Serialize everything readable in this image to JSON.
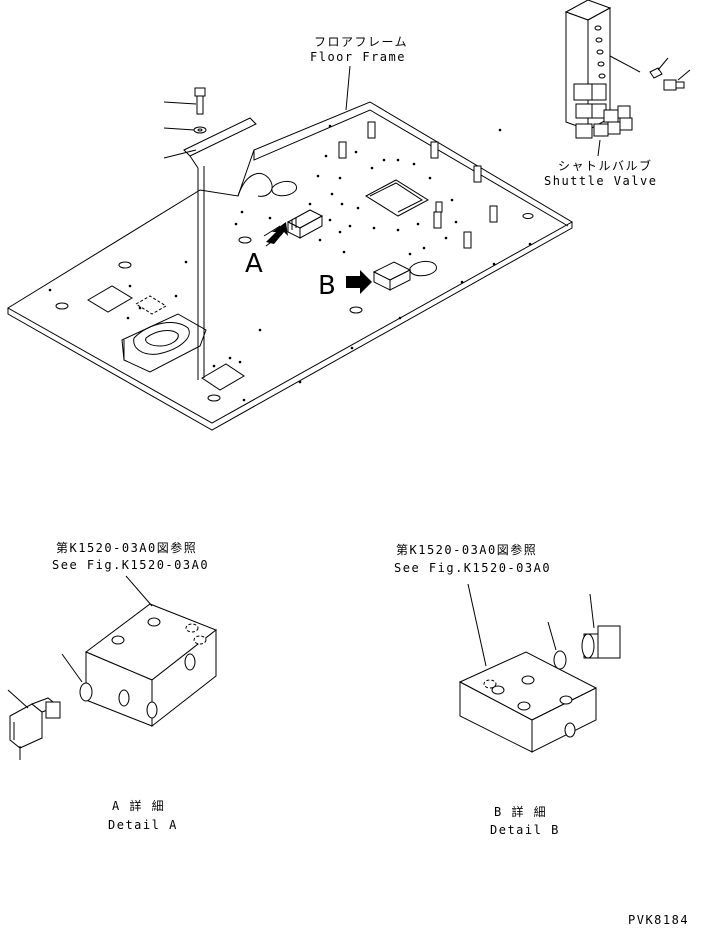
{
  "labels": {
    "floor_frame_jp": "フロアフレーム",
    "floor_frame_en": "Floor Frame",
    "shuttle_valve_jp": "シャトルバルブ",
    "shuttle_valve_en": "Shuttle Valve",
    "view_a": "A",
    "view_b": "B",
    "ref_a_jp": "第K1520-03A0図参照",
    "ref_a_en": "See Fig.K1520-03A0",
    "ref_b_jp": "第K1520-03A0図参照",
    "ref_b_en": "See Fig.K1520-03A0",
    "detail_a_jp": "A 詳 細",
    "detail_a_en": "Detail A",
    "detail_b_jp": "B 詳 細",
    "detail_b_en": "Detail B",
    "drawing_code": "PVK8184"
  }
}
